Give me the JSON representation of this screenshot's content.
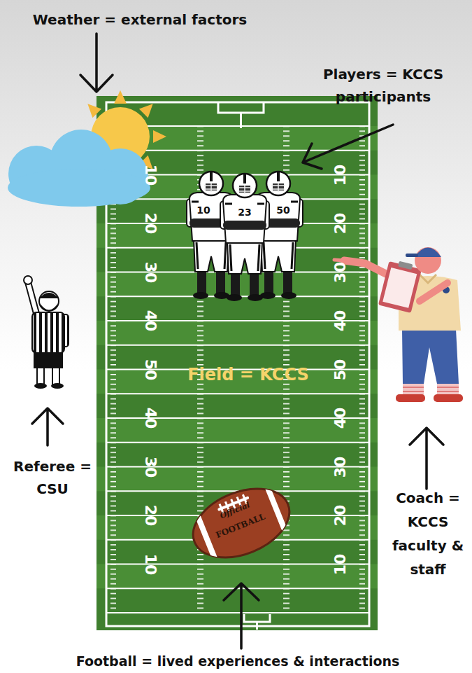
{
  "diagram": {
    "nodes": [
      {
        "text": [
          "Field = KCCS"
        ]
      }
    ],
    "labels": [
      "Weather = external factors",
      "Players = KCCS participants",
      "10",
      "23",
      "50",
      "10",
      "20",
      "30",
      "40",
      "50",
      "40",
      "30",
      "20",
      "10",
      "10",
      "20",
      "30",
      "40",
      "50",
      "40",
      "30",
      "20",
      "10",
      "Referee = CSU",
      "Coach = KCCS faculty & staff",
      "Official",
      "FOOTBALL",
      "Football = lived experiences & interactions"
    ]
  }
}
